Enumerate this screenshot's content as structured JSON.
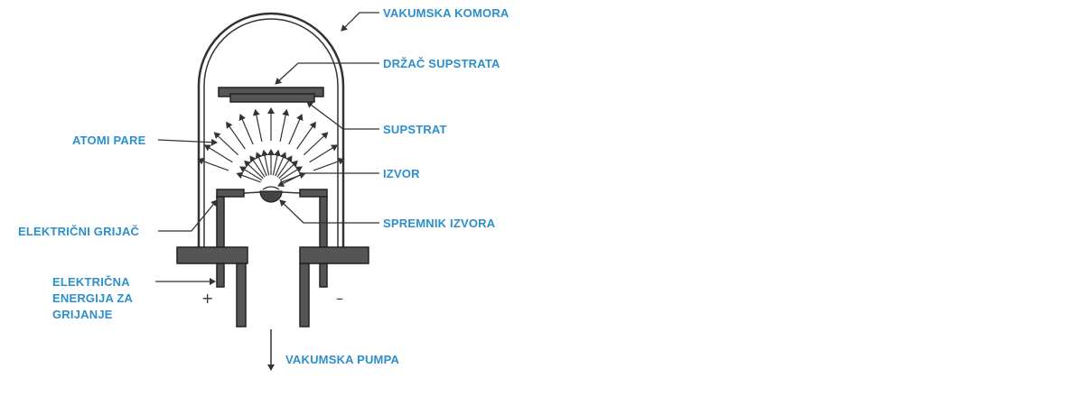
{
  "labels": {
    "vacuum_chamber": "VAKUMSKA KOMORA",
    "substrate_holder": "DRŽAČ SUPSTRATA",
    "substrate": "SUPSTRAT",
    "vapor_atoms": "ATOMI PARE",
    "source": "IZVOR",
    "source_container": "SPREMNIK IZVORA",
    "electric_heater": "ELEKTRIČNI GRIJAČ",
    "heating_energy": [
      "ELEKTRIČNA",
      "ENERGIJA ZA",
      "GRIJANJE"
    ],
    "vacuum_pump": "VAKUMSKA PUMPA",
    "plus": "+",
    "minus": "–"
  },
  "colors": {
    "label": "#2d8fc9",
    "ink": "#333333",
    "part": "#555555"
  }
}
